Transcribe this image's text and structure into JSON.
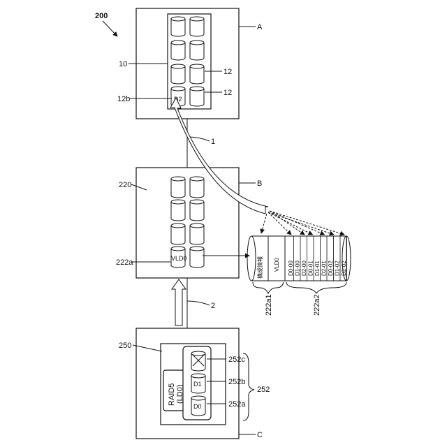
{
  "figure": {
    "ref": "200",
    "nodes": {
      "A": {
        "label": "A",
        "ref": "10",
        "drive_ref": "12",
        "drive_ref_b": "12b",
        "d2": "D2"
      },
      "B": {
        "label": "B",
        "ref": "220",
        "vld_ref": "222a",
        "vld": "VLD0"
      },
      "C": {
        "label": "C",
        "ref": "250",
        "raid_line1": "RAID5",
        "raid_line2": "(LD0)",
        "d0": "D0",
        "d1": "D1",
        "ref_a": "252a",
        "ref_b": "252b",
        "ref_c": "252c",
        "ref_group": "252"
      }
    },
    "links": {
      "l1": "1",
      "l2": "2"
    },
    "table": {
      "header": "構成情報",
      "name": "VLD0",
      "ref_header": "222a1",
      "ref_rows": "222a2",
      "rows": [
        "D0-00",
        "D1-00",
        "D2-00",
        "D0-01",
        "D1-01",
        "D2-01",
        "D0-02",
        "D1-02",
        "D2-02"
      ]
    }
  }
}
